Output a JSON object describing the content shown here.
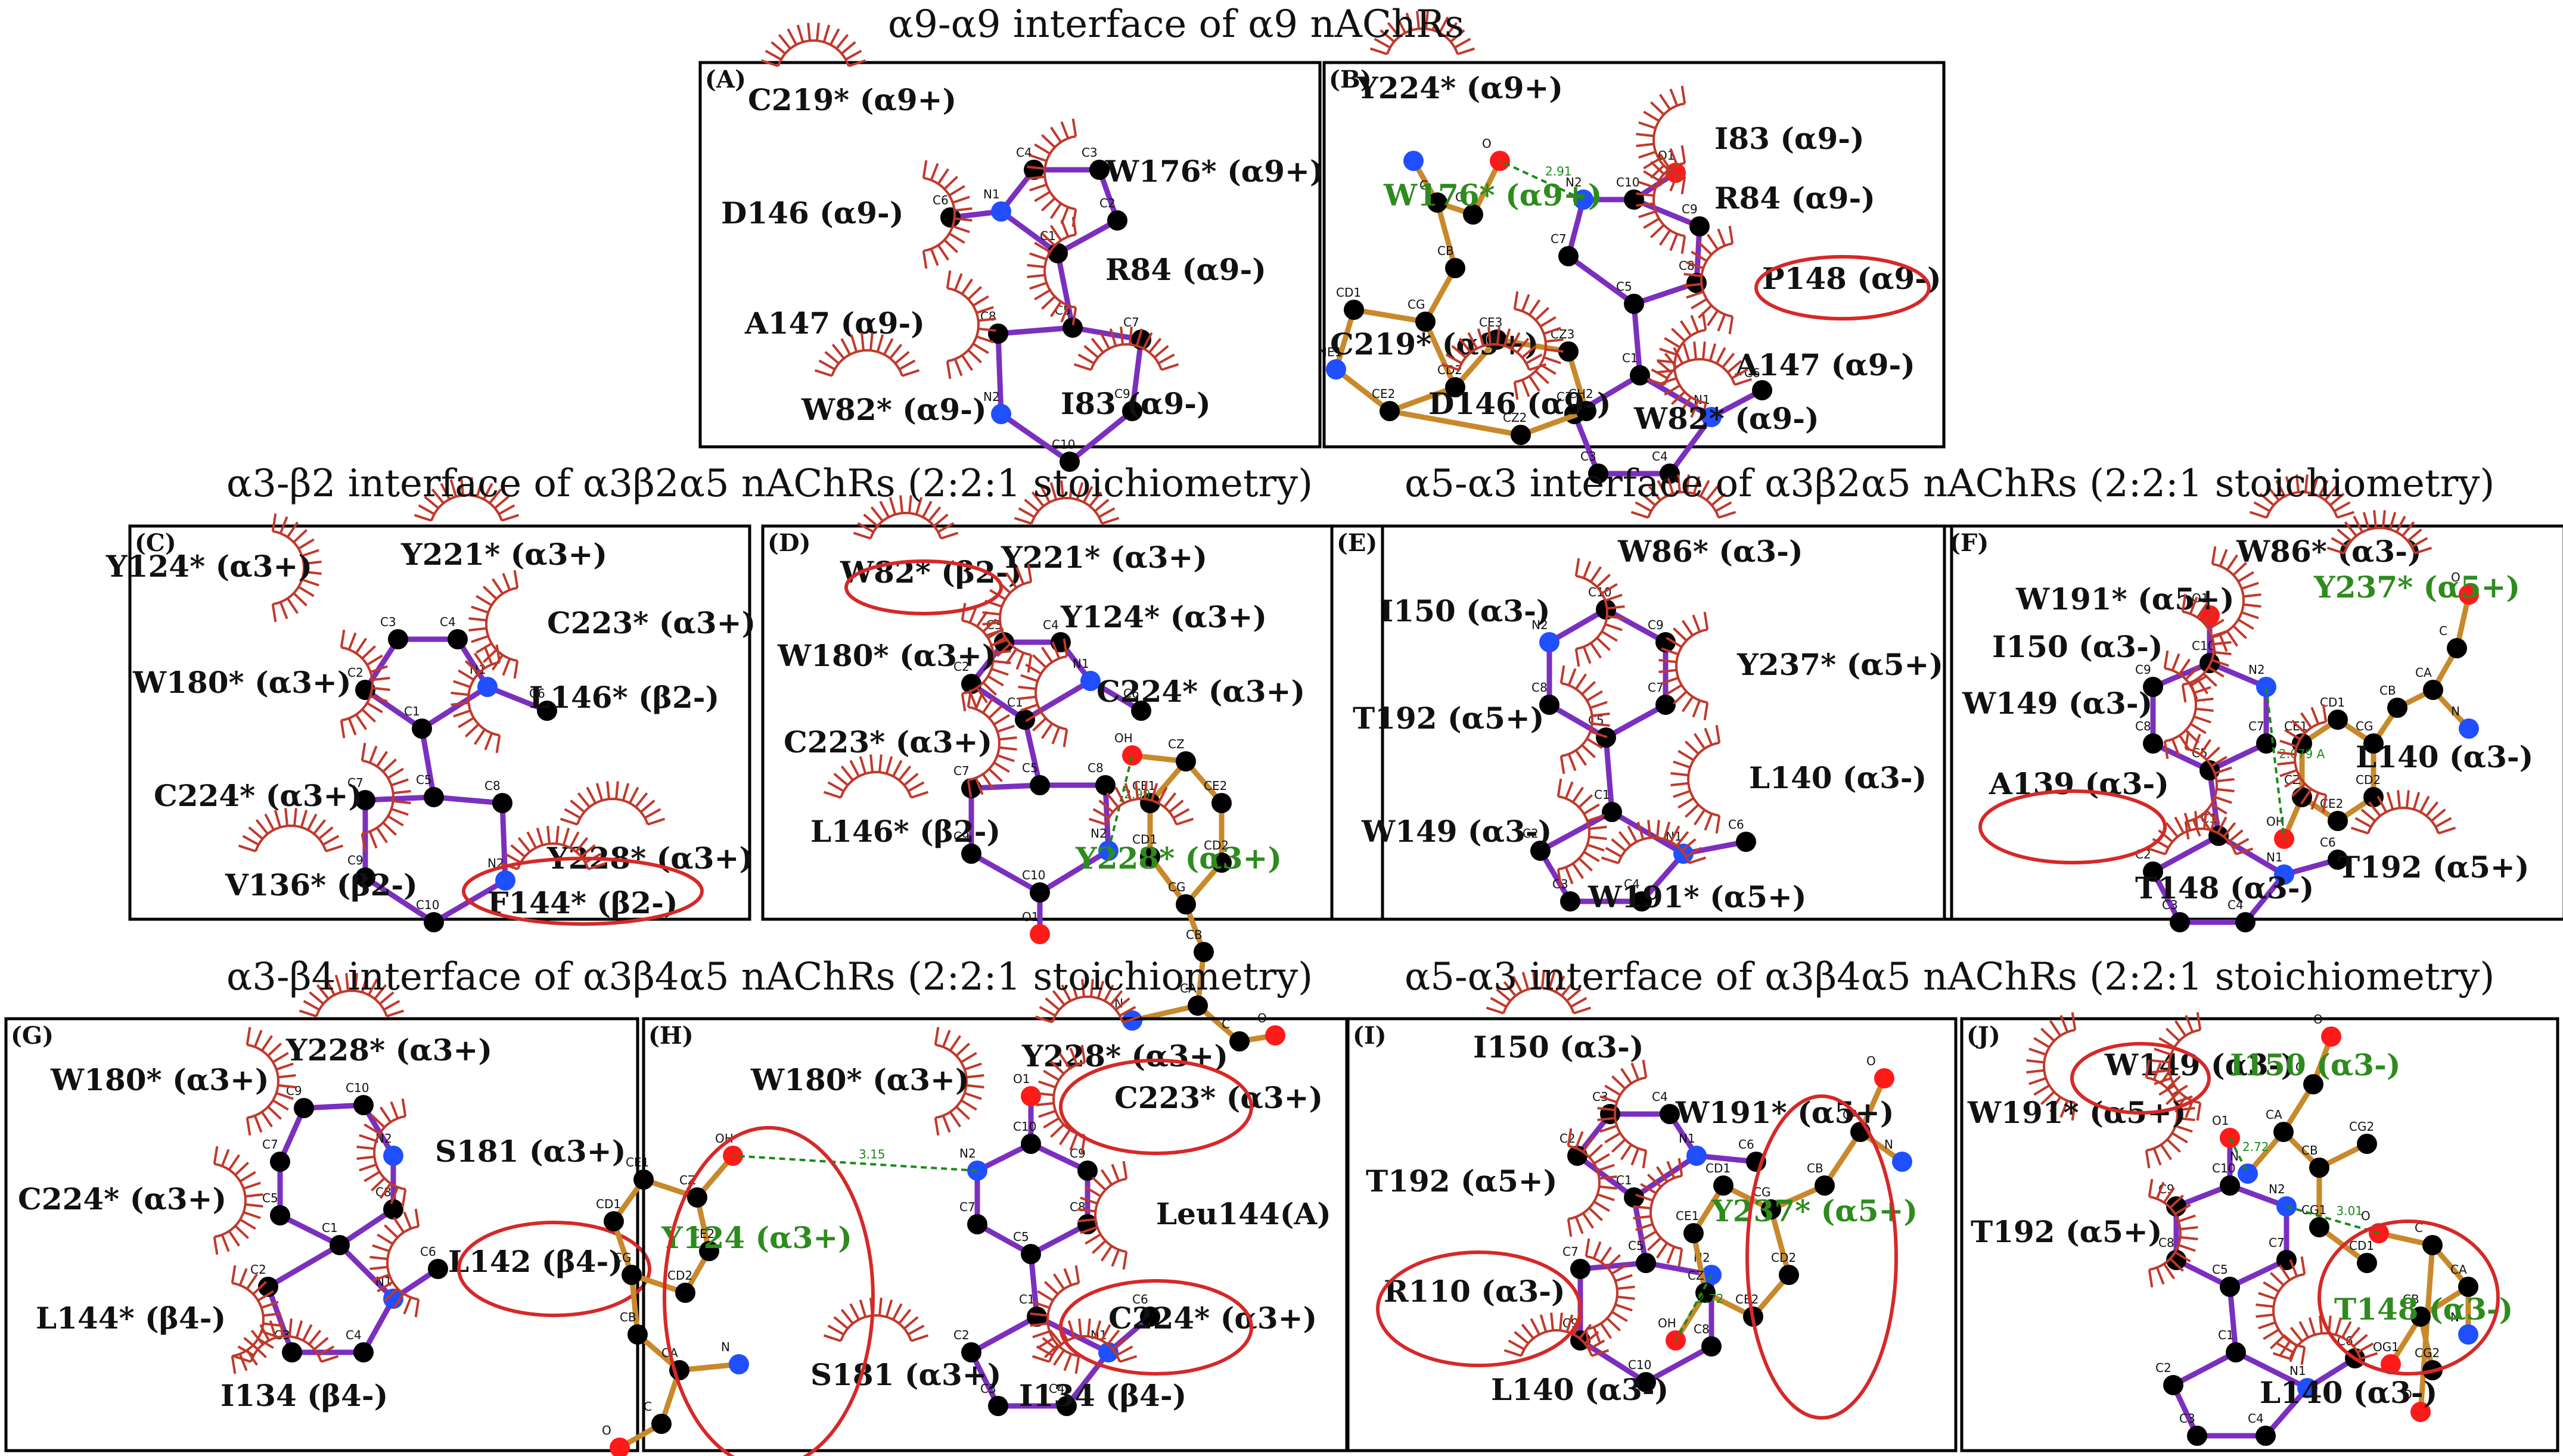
{
  "colors": {
    "panel_border": "#000000",
    "contact_arc": "#c0392b",
    "circle_highlight": "#d62828",
    "bond_purple": "#7b2fbe",
    "bond_brown": "#c8892b",
    "atom_carbon": "#000000",
    "atom_nitrogen": "#1f4fff",
    "atom_oxygen": "#ff1a1a",
    "hbond_green": "#1a8a1a",
    "green_label": "#2e8b1e",
    "text": "#111111"
  },
  "section_titles": {
    "a9": "α9-α9 interface of α9 nAChRs",
    "a3b2": "α3-β2 interface of α3β2α5 nAChRs (2:2:1 stoichiometry)",
    "a5a3_b2": "α5-α3 interface of α3β2α5 nAChRs (2:2:1 stoichiometry)",
    "a3b4": "α3-β4 interface of α3β4α5 nAChRs (2:2:1 stoichiometry)",
    "a5a3_b4": "α5-α3 interface of α3β4α5 nAChRs (2:2:1 stoichiometry)"
  },
  "panels": [
    {
      "id": "A",
      "label": "(A)",
      "residues": [
        {
          "text": "C219* (α9+)"
        },
        {
          "text": "W176* (α9+)"
        },
        {
          "text": "D146 (α9-)"
        },
        {
          "text": "R84 (α9-)"
        },
        {
          "text": "A147 (α9-)"
        },
        {
          "text": "W82* (α9-)"
        },
        {
          "text": "I83 (α9-)"
        }
      ],
      "atoms": [
        "C4",
        "C3",
        "N1",
        "C2",
        "C6",
        "C1",
        "C5",
        "C8",
        "C7",
        "N2",
        "C9",
        "C10"
      ]
    },
    {
      "id": "B",
      "label": "(B)",
      "residues": [
        {
          "text": "Y224* (α9+)"
        },
        {
          "text": "I83 (α9-)"
        },
        {
          "text": "R84 (α9-)"
        },
        {
          "text": "W176* (α9+)",
          "green": true
        },
        {
          "text": "P148 (α9-)",
          "circled": true
        },
        {
          "text": "C219* (α9+)"
        },
        {
          "text": "A147 (α9-)"
        },
        {
          "text": "D146 (α9-)"
        },
        {
          "text": "W82* (α9-)"
        }
      ],
      "hbond": "2.91"
    },
    {
      "id": "C",
      "label": "(C)",
      "residues": [
        {
          "text": "Y124* (α3+)"
        },
        {
          "text": "Y221* (α3+)"
        },
        {
          "text": "C223* (α3+)"
        },
        {
          "text": "W180* (α3+)"
        },
        {
          "text": "L146* (β2-)"
        },
        {
          "text": "C224* (α3+)"
        },
        {
          "text": "Y228* (α3+)"
        },
        {
          "text": "V136* (β2-)"
        },
        {
          "text": "F144* (β2-)",
          "circled": true
        }
      ]
    },
    {
      "id": "D",
      "label": "(D)",
      "residues": [
        {
          "text": "W82* (β2-)",
          "circled": true
        },
        {
          "text": "Y221* (α3+)"
        },
        {
          "text": "Y124* (α3+)"
        },
        {
          "text": "W180* (α3+)"
        },
        {
          "text": "C224* (α3+)"
        },
        {
          "text": "C223* (α3+)"
        },
        {
          "text": "L146* (β2-)"
        },
        {
          "text": "Y228* (α3+)",
          "green": true
        }
      ],
      "hbond": "2.99"
    },
    {
      "id": "E",
      "label": "(E)",
      "residues": [
        {
          "text": "W86* (α3-)"
        },
        {
          "text": "I150 (α3-)"
        },
        {
          "text": "Y237* (α5+)"
        },
        {
          "text": "T192 (α5+)"
        },
        {
          "text": "L140 (α3-)"
        },
        {
          "text": "W149 (α3-)"
        },
        {
          "text": "W191* (α5+)"
        }
      ]
    },
    {
      "id": "F",
      "label": "(F)",
      "residues": [
        {
          "text": "W86* (α3-)"
        },
        {
          "text": "W191* (α5+)"
        },
        {
          "text": "Y237* (α5+)",
          "green": true
        },
        {
          "text": "I150 (α3-)"
        },
        {
          "text": "W149 (α3-)"
        },
        {
          "text": "L140 (α3-)"
        },
        {
          "text": "A139 (α3-)",
          "circled": true
        },
        {
          "text": "T192 (α5+)"
        },
        {
          "text": "T148 (α3-)"
        }
      ],
      "hbond": "2.079 A"
    },
    {
      "id": "G",
      "label": "(G)",
      "residues": [
        {
          "text": "Y228* (α3+)"
        },
        {
          "text": "W180* (α3+)"
        },
        {
          "text": "S181 (α3+)"
        },
        {
          "text": "C224* (α3+)"
        },
        {
          "text": "L142 (β4-)",
          "circled": true
        },
        {
          "text": "L144* (β4-)"
        },
        {
          "text": "I134 (β4-)"
        }
      ]
    },
    {
      "id": "H",
      "label": "(H)",
      "residues": [
        {
          "text": "W180* (α3+)"
        },
        {
          "text": "Y228* (α3+)"
        },
        {
          "text": "C223* (α3+)",
          "circled": true
        },
        {
          "text": "Y124 (α3+)",
          "green": true,
          "circled": true
        },
        {
          "text": "Leu144(A)"
        },
        {
          "text": "C224* (α3+)",
          "circled": true
        },
        {
          "text": "S181 (α3+)"
        },
        {
          "text": "I134 (β4-)"
        }
      ],
      "hbond": "3.15"
    },
    {
      "id": "I",
      "label": "(I)",
      "residues": [
        {
          "text": "I150 (α3-)"
        },
        {
          "text": "W191* (α5+)"
        },
        {
          "text": "T192 (α5+)"
        },
        {
          "text": "Y237* (α5+)",
          "green": true,
          "circled": true
        },
        {
          "text": "R110 (α3-)",
          "circled": true
        },
        {
          "text": "L140 (α3-)"
        }
      ],
      "hbond": "2.72"
    },
    {
      "id": "J",
      "label": "(J)",
      "residues": [
        {
          "text": "W149 (α3-)",
          "circled": true
        },
        {
          "text": "I150 (α3-)",
          "green": true
        },
        {
          "text": "W191* (α5+)"
        },
        {
          "text": "T192 (α5+)"
        },
        {
          "text": "T148 (α3-)",
          "green": true,
          "circled": true
        },
        {
          "text": "L140 (α3-)"
        }
      ],
      "hbonds": [
        "2.72",
        "3.01"
      ]
    }
  ]
}
